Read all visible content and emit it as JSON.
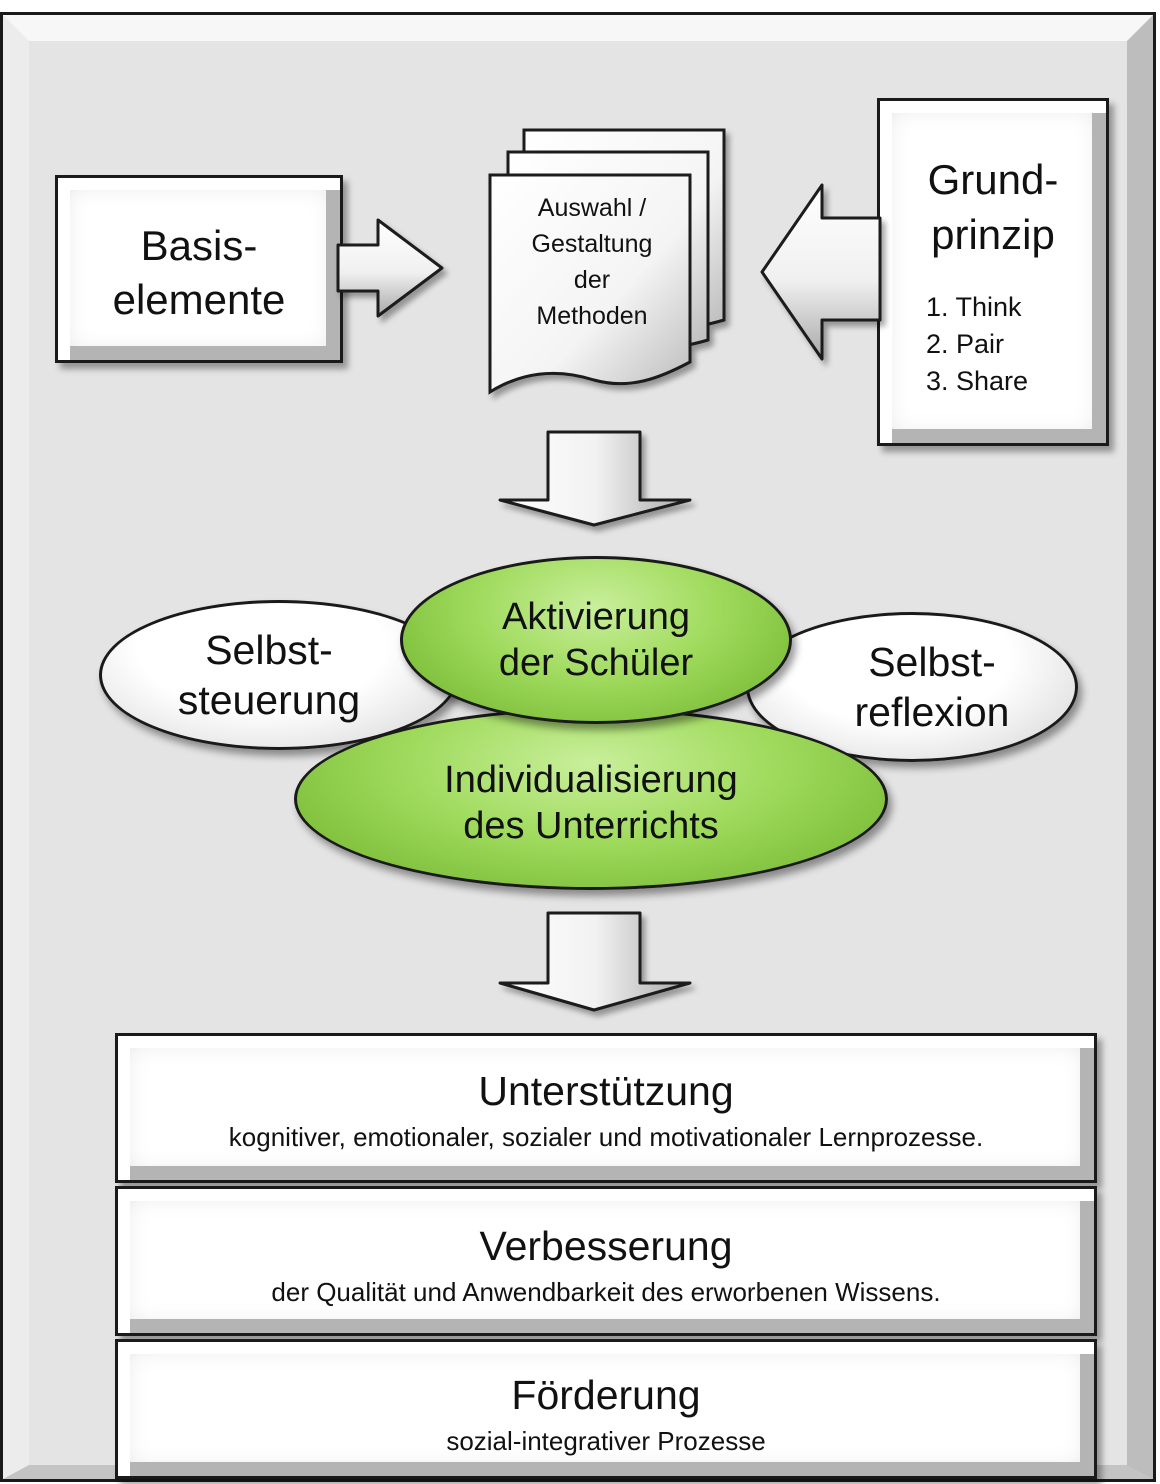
{
  "left_box": {
    "title_line1": "Basis-",
    "title_line2": "elemente"
  },
  "center_doc": {
    "lines": [
      "Auswahl /",
      "Gestaltung",
      "der",
      "Methoden"
    ]
  },
  "right_box": {
    "title_line1": "Grund-",
    "title_line2": "prinzip",
    "items": [
      "1. Think",
      "2. Pair",
      "3. Share"
    ]
  },
  "ellipses": {
    "left": {
      "line1": "Selbst-",
      "line2": "steuerung"
    },
    "top": {
      "line1": "Aktivierung",
      "line2": "der Schüler"
    },
    "right": {
      "line1": "Selbst-",
      "line2": "reflexion"
    },
    "bottom": {
      "line1": "Individualisierung",
      "line2": "des Unterrichts"
    }
  },
  "outcomes": [
    {
      "title": "Unterstützung",
      "subtitle": "kognitiver, emotionaler, sozialer und motivationaler Lernprozesse."
    },
    {
      "title": "Verbesserung",
      "subtitle": "der  Qualität und Anwendbarkeit des erworbenen Wissens."
    },
    {
      "title": "Förderung",
      "subtitle": "sozial-integrativer Prozesse"
    }
  ],
  "colors": {
    "background": "#e4e4e4",
    "ellipse_green": "#9fda5c",
    "ellipse_white": "#f2f2f2",
    "outline": "#1a1a1a"
  }
}
